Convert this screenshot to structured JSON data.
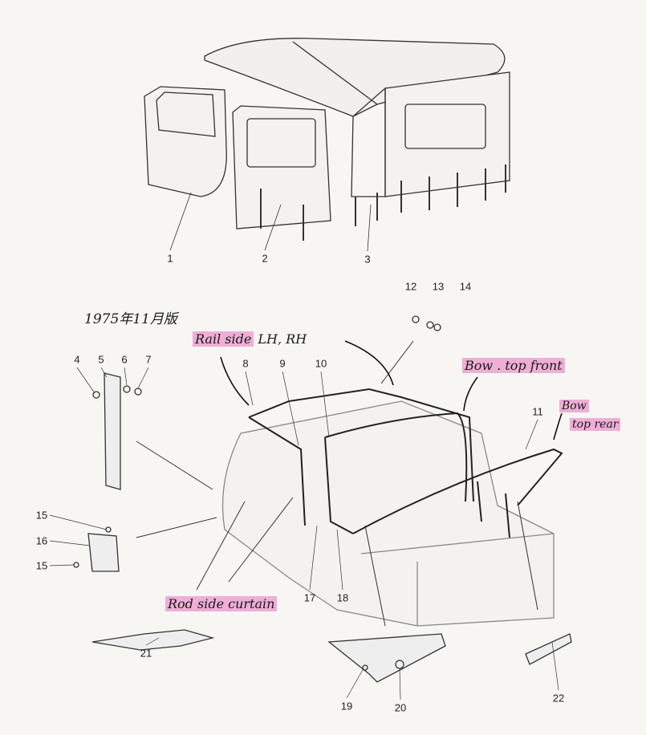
{
  "callouts": {
    "c1": "1",
    "c2": "2",
    "c3": "3",
    "c4": "4",
    "c5": "5",
    "c6": "6",
    "c7": "7",
    "c8": "8",
    "c9": "9",
    "c10": "10",
    "c11": "11",
    "c12": "12",
    "c13": "13",
    "c14": "14",
    "c15a": "15",
    "c16": "16",
    "c15b": "15",
    "c17": "17",
    "c18": "18",
    "c19": "19",
    "c20": "20",
    "c21": "21",
    "c22": "22"
  },
  "annotations": {
    "edition": "1975年11月版",
    "rail_side": "Rail side",
    "rail_side_suffix": "LH, RH",
    "bow_top_front": "Bow . top front",
    "bow_top_rear_1": "Bow",
    "bow_top_rear_2": "top rear",
    "rod_side_curtain": "Rod side curtain"
  },
  "colors": {
    "highlight": "#eeaed6",
    "ink": "#222222",
    "paper": "#f7f6f3"
  }
}
